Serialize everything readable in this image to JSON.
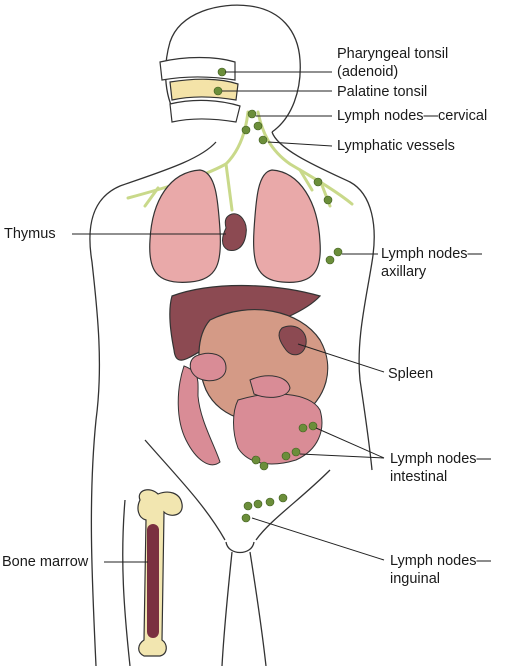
{
  "labels": {
    "pharyngeal_tonsil": {
      "line1": "Pharyngeal tonsil",
      "line2": "(adenoid)"
    },
    "palatine_tonsil": "Palatine tonsil",
    "lymph_nodes_cervical": "Lymph nodes—cervical",
    "lymphatic_vessels": "Lymphatic vessels",
    "thymus": "Thymus",
    "lymph_nodes_axillary": {
      "line1": "Lymph nodes—",
      "line2": "axillary"
    },
    "spleen": "Spleen",
    "lymph_nodes_intestinal": {
      "line1": "Lymph nodes—",
      "line2": "intestinal"
    },
    "bone_marrow": "Bone marrow",
    "lymph_nodes_inguinal": {
      "line1": "Lymph nodes—",
      "line2": "inguinal"
    }
  },
  "colors": {
    "outline": "#333333",
    "lymph_node": "#6b8e3a",
    "lymph_vessel": "#c9d98a",
    "lung": "#e9a9a9",
    "liver": "#8c4a52",
    "stomach": "#d49a86",
    "intestine": "#d98c96",
    "bone": "#f2e6b0",
    "marrow": "#7a3040"
  }
}
